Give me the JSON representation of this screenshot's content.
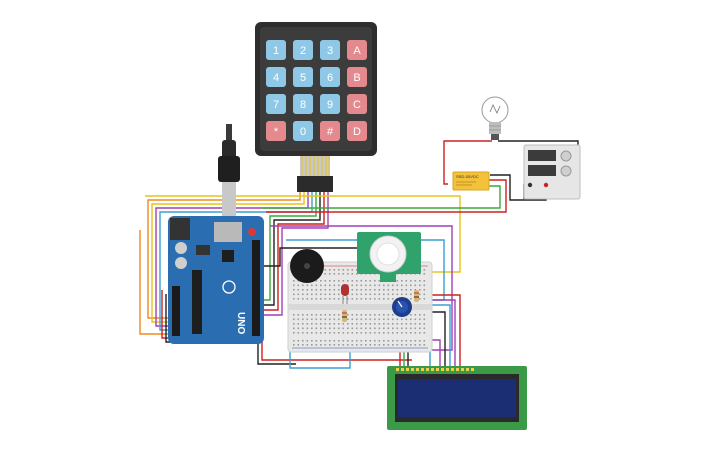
{
  "keypad": {
    "keys": [
      [
        "1",
        "2",
        "3",
        "A"
      ],
      [
        "4",
        "5",
        "6",
        "B"
      ],
      [
        "7",
        "8",
        "9",
        "C"
      ],
      [
        "*",
        "0",
        "#",
        "D"
      ]
    ],
    "colors": {
      "number": "#8fc8e6",
      "letter": "#e48a8e",
      "body": "#2e2e2e"
    }
  },
  "arduino": {
    "model_label": "UNO"
  },
  "relay": {
    "label": "SRD-05VDC"
  },
  "colors": {
    "board_blue": "#2a6db1",
    "breadboard": "#e8e8e8",
    "lcd_screen": "#1c2e73",
    "lcd_board": "#3a9a48",
    "pir_board": "#2fa36b",
    "wire_red": "#d02020",
    "wire_orange": "#f08a1c",
    "wire_yellow": "#e8c31a",
    "wire_purple": "#a23fb6",
    "wire_blue": "#3aa0d0",
    "wire_green": "#3aa83c",
    "wire_black": "#222222"
  }
}
